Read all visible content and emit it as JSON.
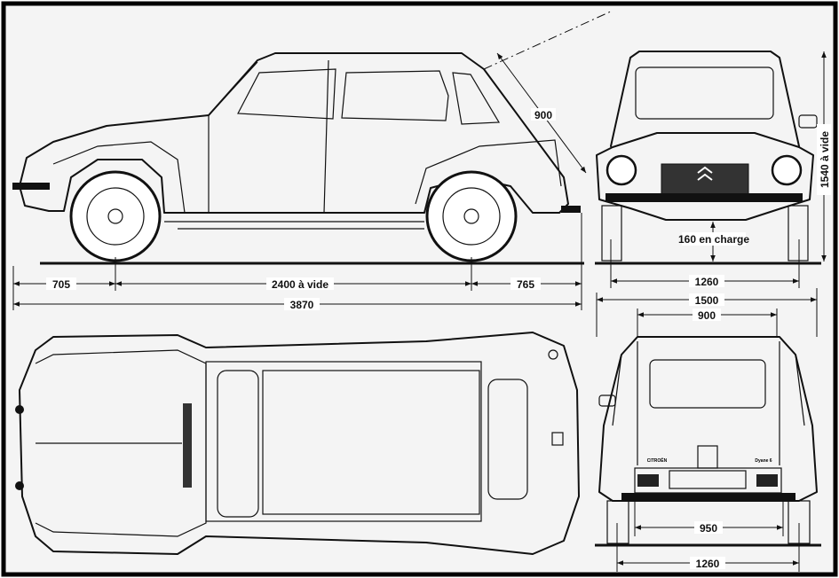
{
  "title": "Citroën Dyane blueprint",
  "side_view": {
    "dims": {
      "front_overhang": "705",
      "wheelbase": "2400 à vide",
      "rear_overhang": "765",
      "length": "3870",
      "rear_window": "900"
    }
  },
  "front_view": {
    "dims": {
      "height": "1540 à vide",
      "ground_clearance": "160 en charge",
      "front_track": "1260",
      "width": "1500",
      "roof_width": "900"
    }
  },
  "rear_view": {
    "dims": {
      "bumper_span": "950",
      "rear_track": "1260"
    },
    "badges": [
      "CITROËN",
      "Dyane 6"
    ]
  },
  "colors": {
    "ink": "#111111",
    "paper": "#f4f4f4",
    "frame": "#000000"
  }
}
